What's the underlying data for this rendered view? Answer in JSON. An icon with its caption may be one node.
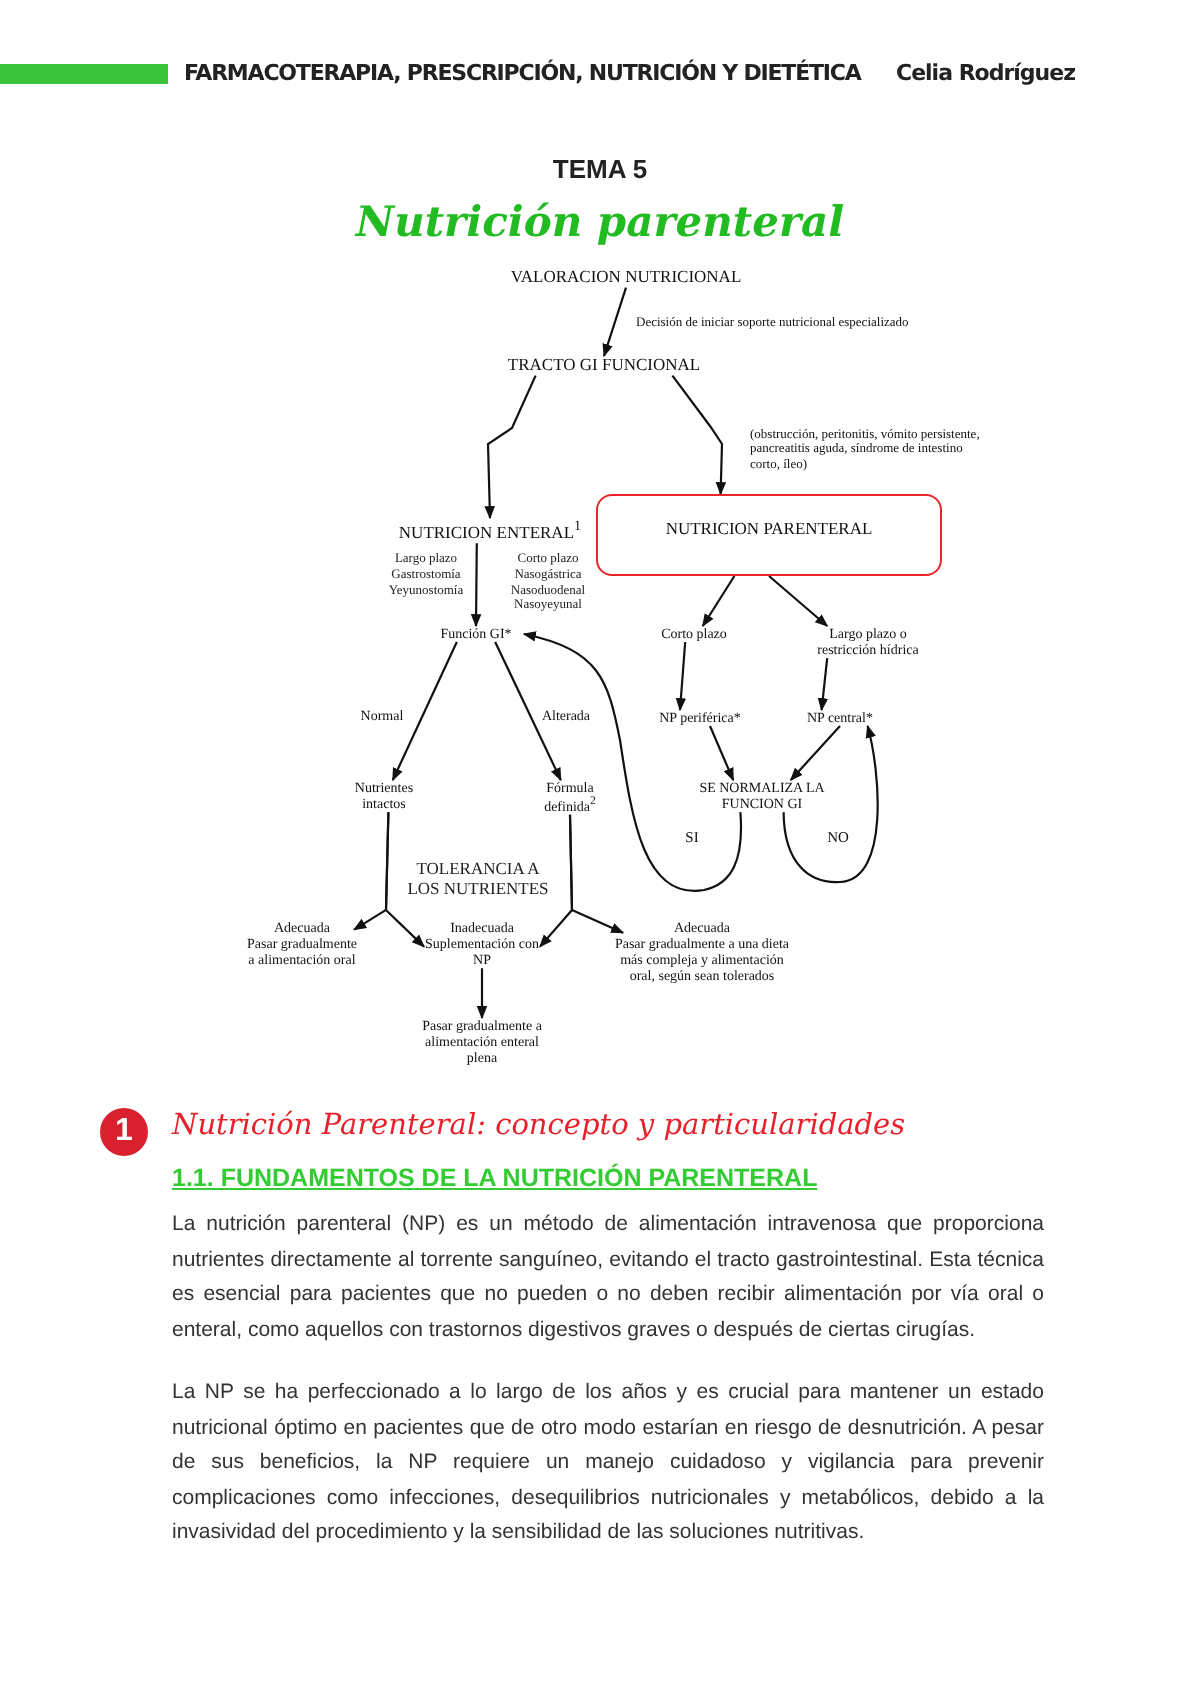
{
  "diagram": {
    "title": "Nutrición parenteral",
    "nodes": [
      {
        "text": [
          "VALORACION NUTRICIONAL"
        ]
      },
      {
        "text": [
          "TRACTO GI FUNCIONAL"
        ]
      },
      {
        "text": [
          "NUTRICION ENTERAL$^{1}$"
        ]
      },
      {
        "text": [
          "NUTRICION PARENTERAL"
        ]
      },
      {
        "text": [
          "Función GI*"
        ]
      },
      {
        "text": [
          "Corto plazo"
        ]
      },
      {
        "text": [
          "Largo plazo o restricción hídrica"
        ]
      },
      {
        "text": [
          "Nutrientes intactos"
        ]
      },
      {
        "text": [
          "Fórmula definida$^{2}$"
        ]
      },
      {
        "text": [
          "NP periférica*"
        ]
      },
      {
        "text": [
          "NP central*"
        ]
      },
      {
        "text": [
          "SE NORMALIZA LA FUNCION GI"
        ]
      },
      {
        "text": [
          "Adecuada",
          "Pasar gradualmente a alimentación oral"
        ]
      },
      {
        "text": [
          "Inadecuada",
          "Suplementación con NP"
        ]
      },
      {
        "text": [
          "Adecuada",
          "Pasar gradualmente a una dieta más compleja y alimentación oral, según sean tolerados"
        ]
      },
      {
        "text": [
          "Pasar gradualmente a alimentación enteral plena"
        ]
      }
    ],
    "edges": [
      {
        "from": 0,
        "to": 1,
        "arrow": "to",
        "label": "Decisión de iniciar soporte nutricional especializado"
      },
      {
        "from": 1,
        "to": 2,
        "arrow": "to"
      },
      {
        "from": 1,
        "to": 3,
        "arrow": "to",
        "label": "(obstrucción, peritonitis, vómito persistente, pancreatitis aguda, síndrome de intestino corto, íleo)"
      },
      {
        "from": 2,
        "to": 4,
        "arrow": "to"
      },
      {
        "from": 3,
        "to": 5,
        "arrow": "to"
      },
      {
        "from": 3,
        "to": 6,
        "arrow": "to"
      },
      {
        "from": 4,
        "to": 7,
        "arrow": "to",
        "label": "Normal"
      },
      {
        "from": 4,
        "to": 8,
        "arrow": "to",
        "label": "Alterada"
      },
      {
        "from": 5,
        "to": 9,
        "arrow": "to"
      },
      {
        "from": 6,
        "to": 10,
        "arrow": "to"
      },
      {
        "from": 9,
        "to": 11,
        "arrow": "to"
      },
      {
        "from": 10,
        "to": 11,
        "arrow": "to"
      },
      {
        "from": 11,
        "to": 4,
        "arrow": "to",
        "label": "SI"
      },
      {
        "from": 11,
        "to": 10,
        "arrow": "to",
        "label": "NO"
      },
      {
        "from": 7,
        "to": 12,
        "arrow": "to"
      },
      {
        "from": 7,
        "to": 13,
        "arrow": "to"
      },
      {
        "from": 8,
        "to": 13,
        "arrow": "to"
      },
      {
        "from": 8,
        "to": 14,
        "arrow": "to"
      },
      {
        "from": 13,
        "to": 15,
        "arrow": "to"
      }
    ],
    "labels": [
      "FARMACOTERAPIA, PRESCRIPCIÓN, NUTRICIÓN Y DIETÉTICA",
      "Celia Rodríguez",
      "TEMA 5",
      "Largo plazo Gastrostomía Yeyunostomía",
      "Corto plazo Nasogástrica Nasoduodenal Nasoyeyunal",
      "TOLERANCIA A LOS NUTRIENTES",
      "1",
      "Nutrición Parenteral: concepto y particularidades",
      "1.1. FUNDAMENTOS DE LA NUTRICIÓN PARENTERAL",
      "La nutrición parenteral (NP) es un método de alimentación intravenosa que proporciona nutrientes directamente al torrente sanguíneo, evitando el tracto gastrointestinal. Esta técnica es esencial para pacientes que no pueden o no deben recibir alimentación por vía oral o enteral, como aquellos con trastornos digestivos graves o después de ciertas cirugías.",
      "La NP se ha perfeccionado a lo largo de los años y es crucial para mantener un estado nutricional óptimo en pacientes que de otro modo estarían en riesgo de desnutrición. A pesar de sus beneficios, la NP requiere un manejo cuidadoso y vigilancia para prevenir complicaciones como infecciones, desequilibrios nutricionales y metabólicos, debido a la invasividad del procedimiento y la sensibilidad de las soluciones nutritivas."
    ]
  }
}
